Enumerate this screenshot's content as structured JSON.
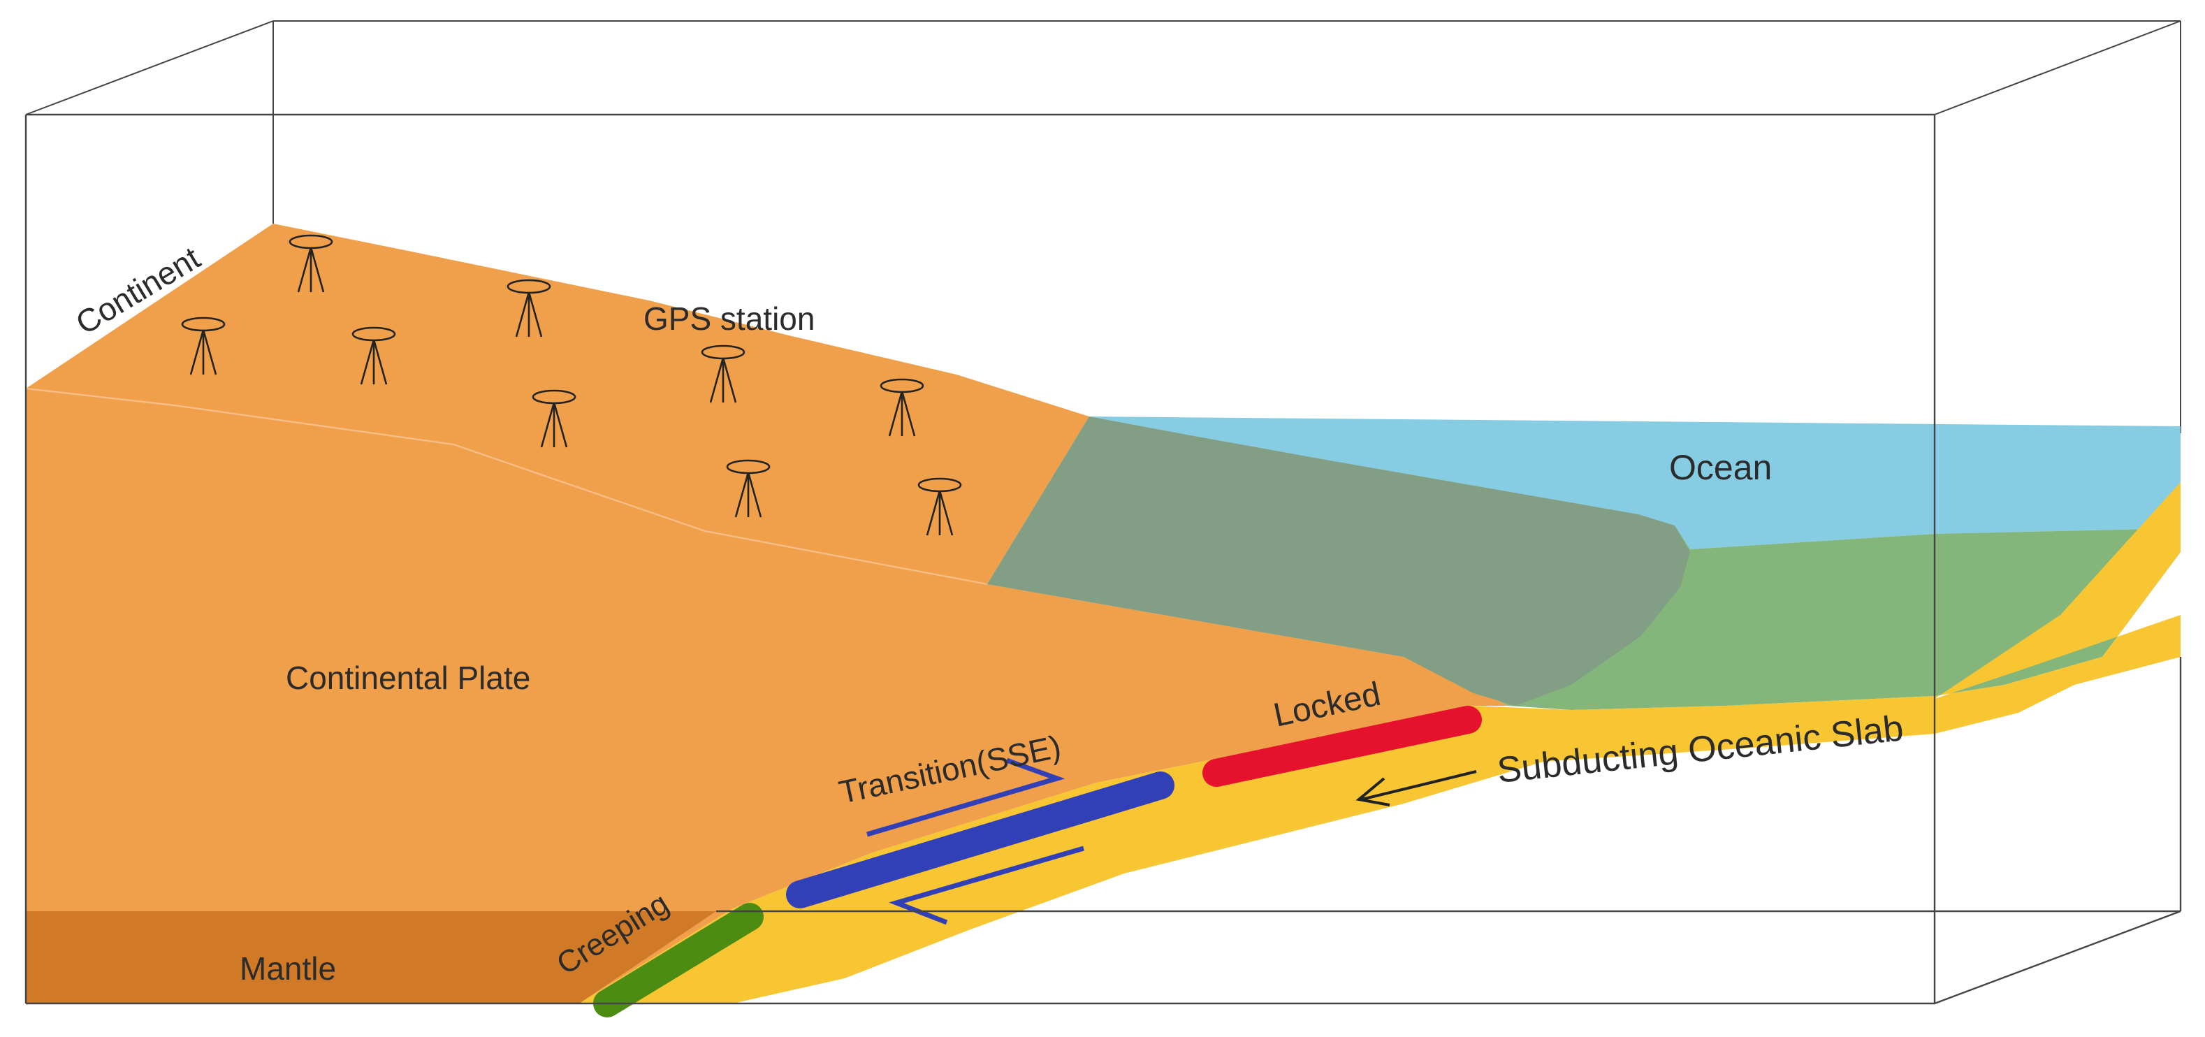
{
  "labels": {
    "continent": "Continent",
    "gps_station": "GPS station",
    "ocean": "Ocean",
    "continental_plate": "Continental Plate",
    "locked": "Locked",
    "transition": "Transition(SSE)",
    "subducting_slab": "Subducting Oceanic Slab",
    "creeping": "Creeping",
    "mantle": "Mantle"
  },
  "colors": {
    "continent": "#f0a04b",
    "mantle": "#d07a28",
    "ocean": "#86cde3",
    "shelf": "#84b67c",
    "overlap": "#829f85",
    "slab": "#f7c632",
    "locked": "#e5112d",
    "transition": "#3240b8",
    "creeping": "#4d8c12",
    "frame": "#444444"
  }
}
